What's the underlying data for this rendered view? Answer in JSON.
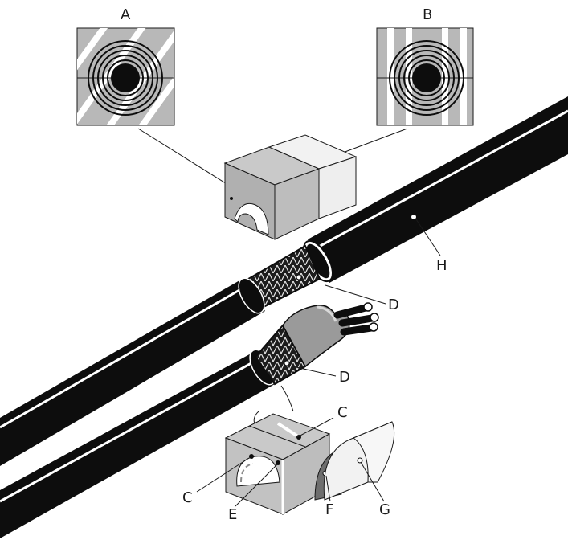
{
  "labels": {
    "A": "A",
    "B": "B",
    "C1": "C",
    "C2": "C",
    "D1": "D",
    "D2": "D",
    "E": "E",
    "F": "F",
    "G": "G",
    "H": "H"
  },
  "colors": {
    "cable": "#0d0d0d",
    "stripe": "#ffffff",
    "gray": "#b8b8b8",
    "light_gray": "#d9d9d9",
    "dark_gray": "#8a8a8a",
    "leader": "#1a1a1a"
  },
  "icons": [
    "cable-cross-section-icon"
  ]
}
